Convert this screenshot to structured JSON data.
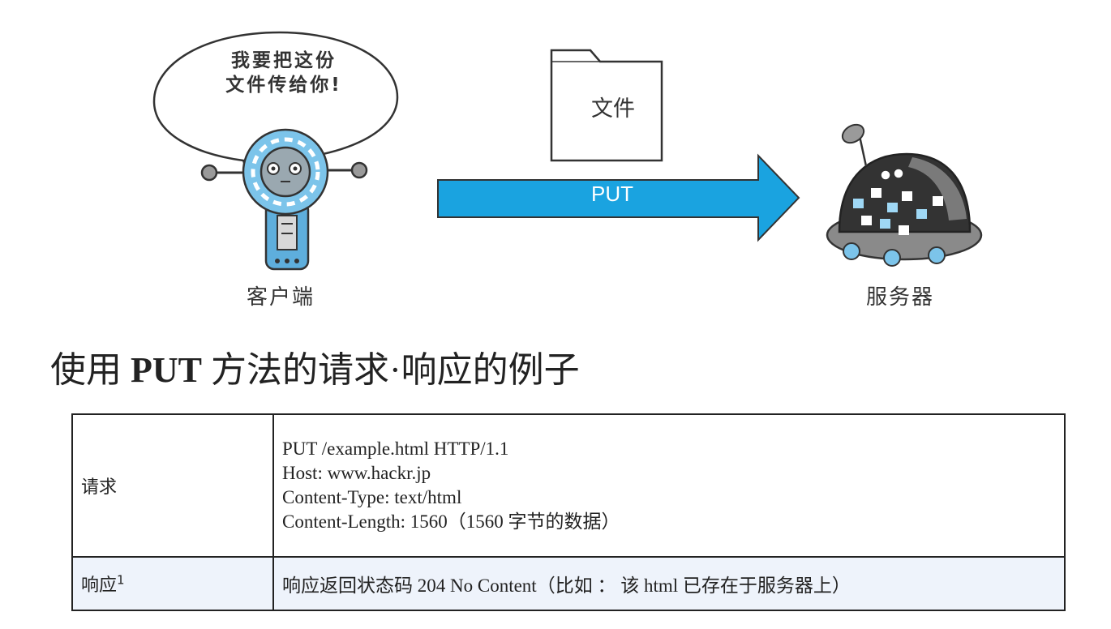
{
  "figure": {
    "bubble_lines": [
      "我要把这份",
      "文件传给你!"
    ],
    "folder_label": "文件",
    "arrow_label": "PUT",
    "client_label": "客户端",
    "server_label": "服务器",
    "arrow_color": "#1aa3e0"
  },
  "heading": {
    "prefix": "使用",
    "method": "PUT",
    "suffix": "方法的请求·响应的例子"
  },
  "table": {
    "request_label": "请求",
    "request_lines": [
      "PUT /example.html HTTP/1.1",
      "Host: www.hackr.jp",
      "Content-Type: text/html",
      "Content-Length: 1560（1560 字节的数据）"
    ],
    "response_label": "响应",
    "response_footnote": "1",
    "response_text": "响应返回状态码 204 No Content（比如 ： 该 html 已存在于服务器上）"
  }
}
